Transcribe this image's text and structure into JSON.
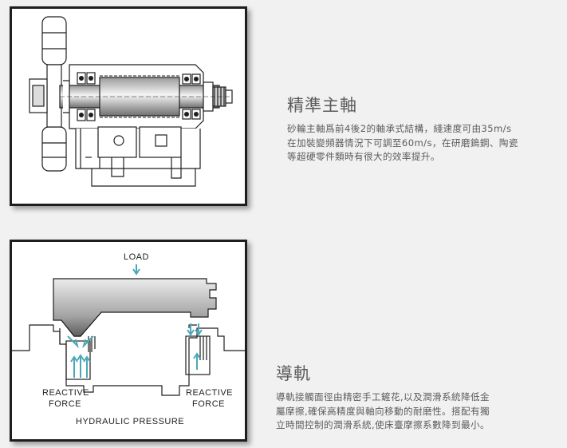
{
  "spindle": {
    "title": "精準主軸",
    "lines": [
      "砂輪主軸爲前4後2的軸承式結構，綫速度可由35m/s",
      "在加裝變頻器情況下可調至60m/s，在研磨鎢鋼、陶瓷",
      "等超硬零件類時有很大的效率提升。"
    ]
  },
  "guideway": {
    "title": "導軌",
    "lines": [
      "導軌接觸面徑由精密手工鏟花,以及潤滑系統降低金",
      "屬摩擦,確保高精度與軸向移動的耐磨性。搭配有獨",
      "立時間控制的潤滑系統,使床臺摩擦系數降到最小。"
    ],
    "diagram_labels": {
      "load": "LOAD",
      "reactive_left_1": "REACTIVE",
      "reactive_left_2": "FORCE",
      "reactive_right_1": "REACTIVE",
      "reactive_right_2": "FORCE",
      "hydraulic": "HYDRAULIC PRESSURE"
    }
  },
  "colors": {
    "arrow": "#4aa8b8",
    "line": "#1e1e1e",
    "metal_light": "#e8e8e8",
    "metal_dark": "#7a7a7a"
  }
}
